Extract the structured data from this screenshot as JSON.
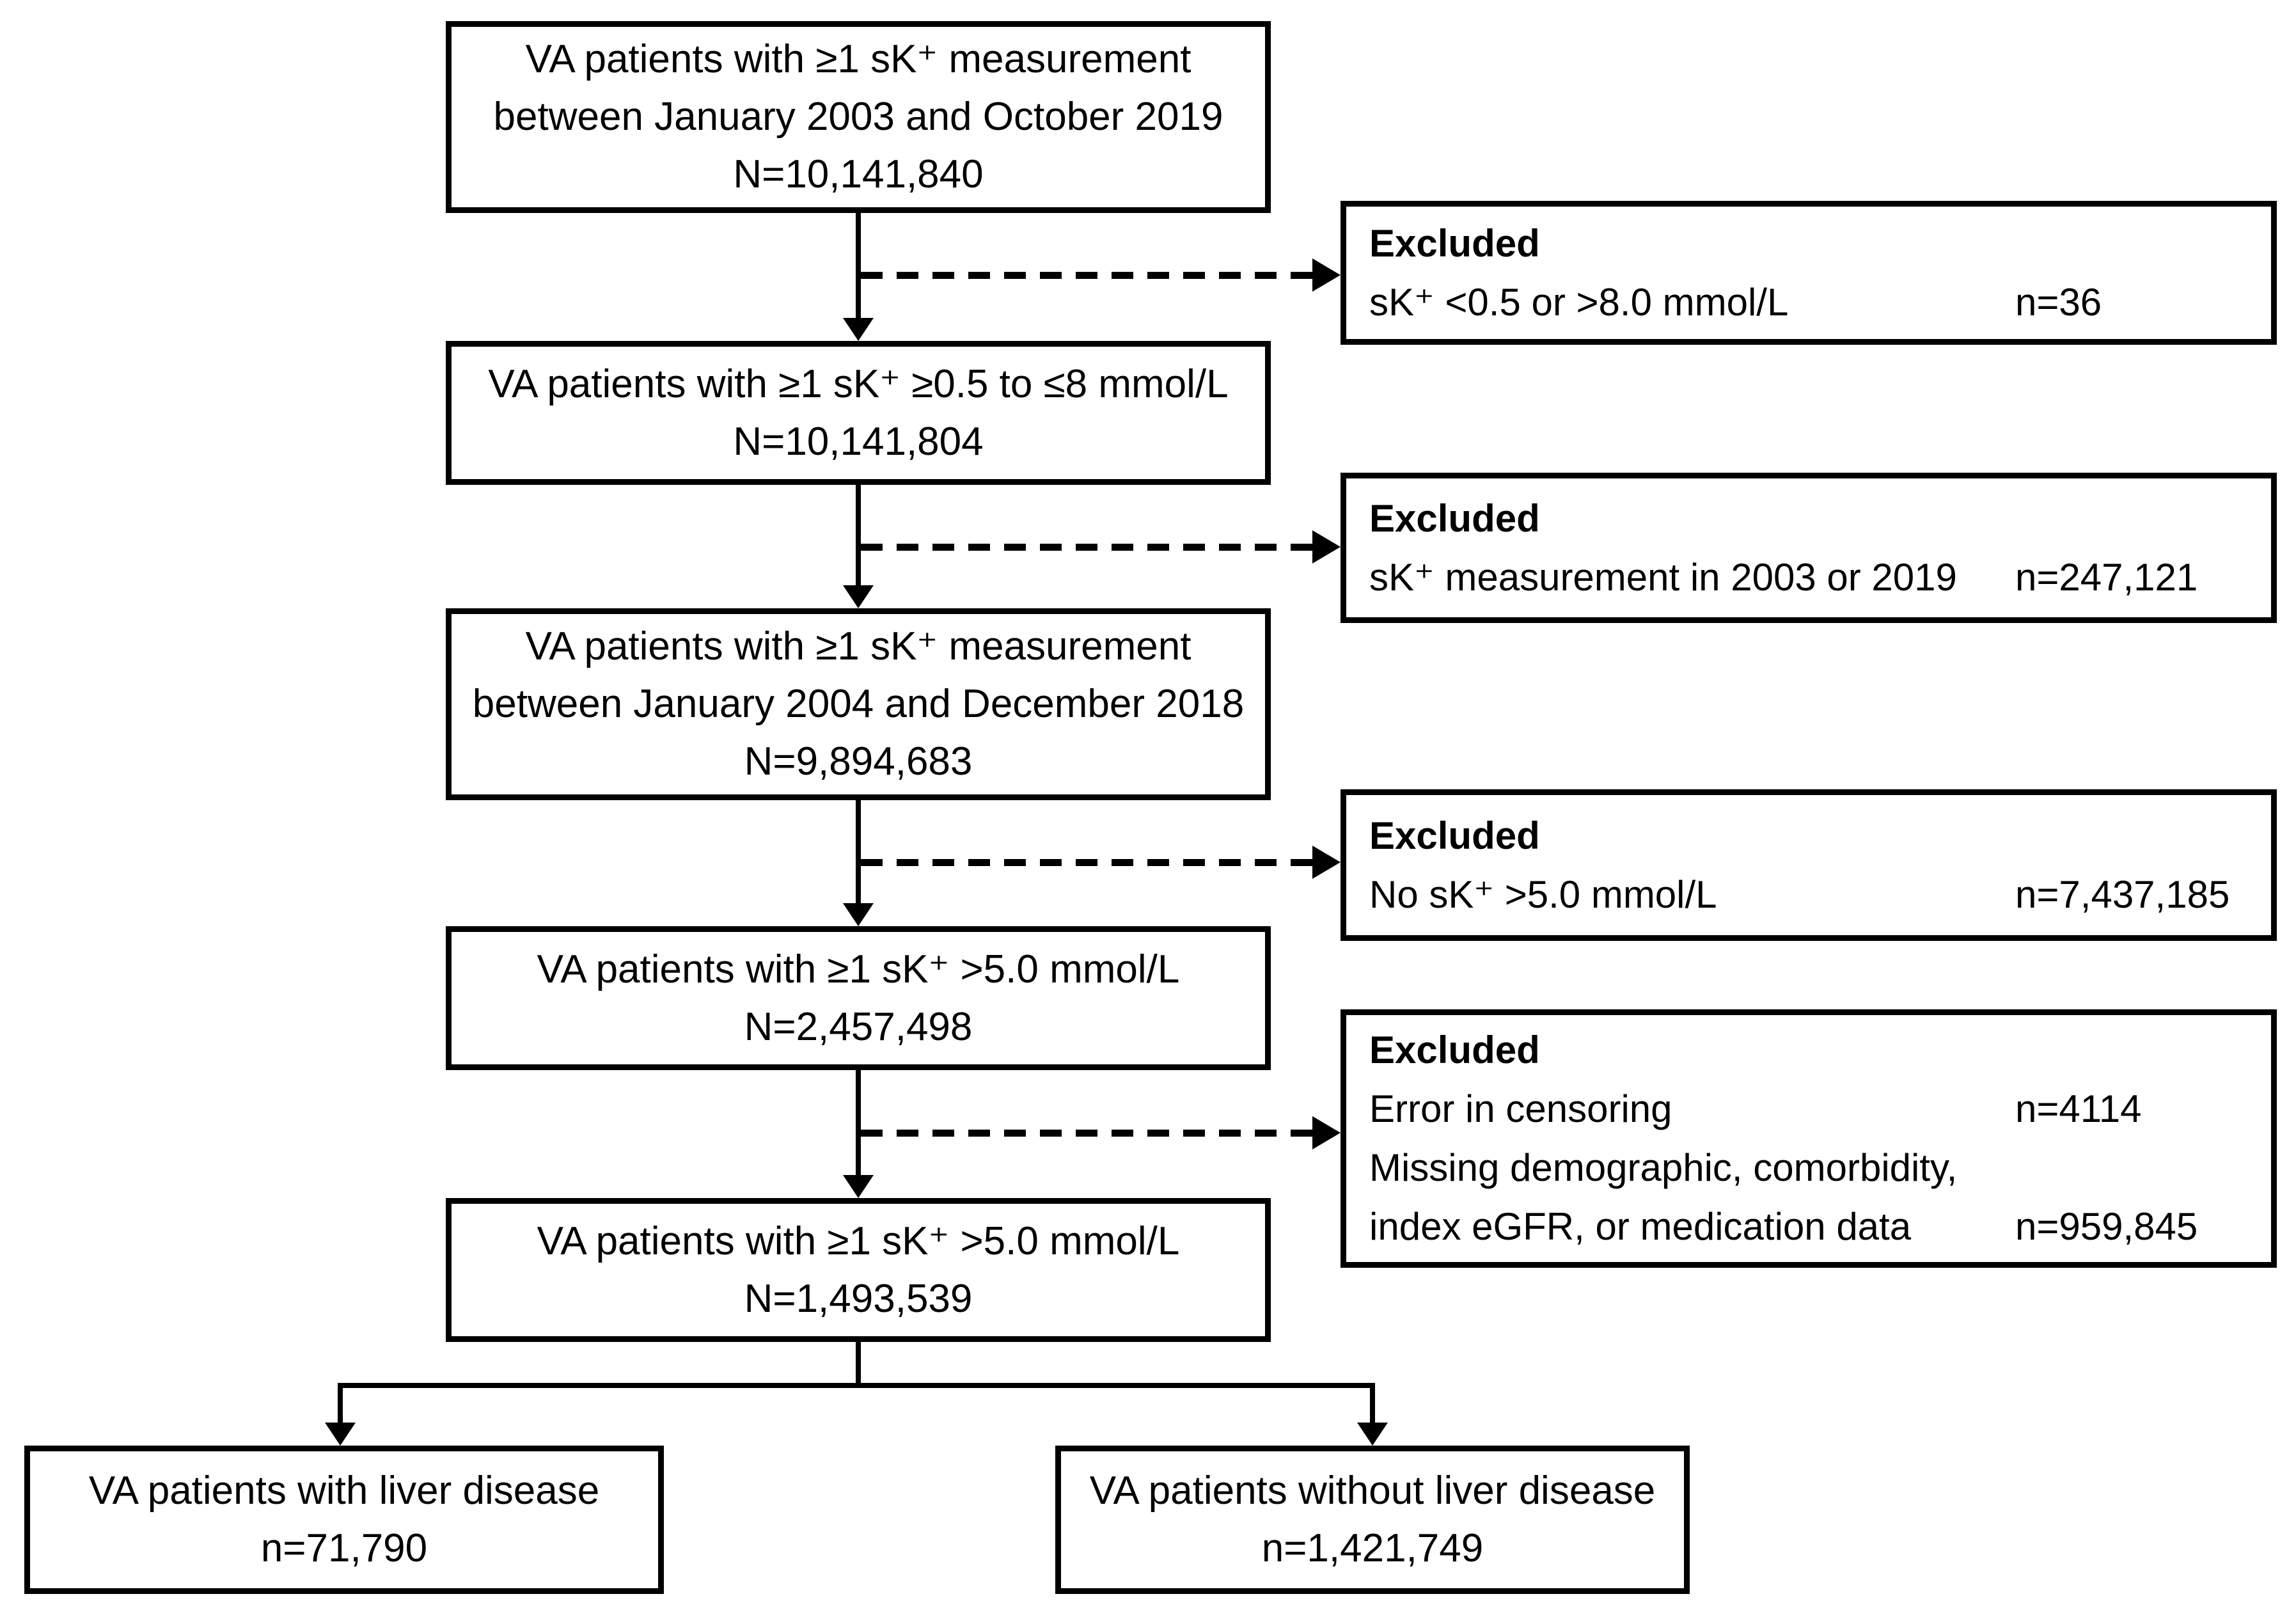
{
  "diagram": {
    "colors": {
      "background": "#ffffff",
      "stroke": "#000000"
    },
    "main_boxes": [
      {
        "lines": [
          "VA patients with ≥1 sK⁺ measurement",
          "between January 2003 and October 2019",
          "N=10,141,840"
        ]
      },
      {
        "lines": [
          "VA patients with ≥1 sK⁺ ≥0.5 to ≤8 mmol/L",
          "N=10,141,804"
        ]
      },
      {
        "lines": [
          "VA patients with ≥1 sK⁺ measurement",
          "between January 2004 and December 2018",
          "N=9,894,683"
        ]
      },
      {
        "lines": [
          "VA patients with ≥1 sK⁺ >5.0 mmol/L",
          "N=2,457,498"
        ]
      },
      {
        "lines": [
          "VA patients with ≥1 sK⁺ >5.0 mmol/L",
          "N=1,493,539"
        ]
      }
    ],
    "excluded_boxes": [
      {
        "title": "Excluded",
        "items": [
          {
            "label": "sK⁺ <0.5 or >8.0 mmol/L",
            "n": "n=36"
          }
        ]
      },
      {
        "title": "Excluded",
        "items": [
          {
            "label": "sK⁺ measurement in 2003 or 2019",
            "n": "n=247,121"
          }
        ]
      },
      {
        "title": "Excluded",
        "items": [
          {
            "label": "No sK⁺ >5.0 mmol/L",
            "n": "n=7,437,185"
          }
        ]
      },
      {
        "title": "Excluded",
        "items": [
          {
            "label": "Error in censoring",
            "n": "n=4114"
          },
          {
            "label": "Missing demographic, comorbidity,",
            "n": ""
          },
          {
            "label": "index eGFR, or medication data",
            "n": "n=959,845"
          }
        ]
      }
    ],
    "outcome_boxes": [
      {
        "lines": [
          "VA patients with liver disease",
          "n=71,790"
        ]
      },
      {
        "lines": [
          "VA patients without liver disease",
          "n=1,421,749"
        ]
      }
    ]
  }
}
